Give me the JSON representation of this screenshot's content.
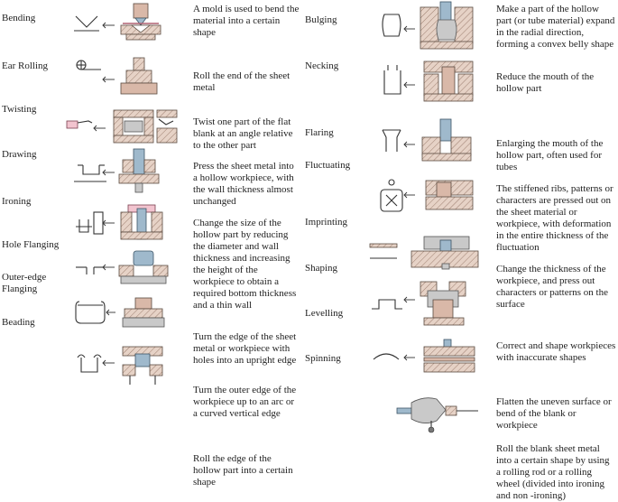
{
  "processes_left": [
    {
      "term": "Bending",
      "desc": "A mold is used to bend the material into a certain shape"
    },
    {
      "term": "Ear Rolling",
      "desc": "Roll the end of the sheet metal"
    },
    {
      "term": "Twisting",
      "desc": "Twist one part of the flat blank at an angle relative to the other part"
    },
    {
      "term": "Drawing",
      "desc": "Press the sheet metal into a hollow workpiece, with the wall thickness almost unchanged"
    },
    {
      "term": "Ironing",
      "desc": "Change the size of the hollow part by reducing the diameter and wall thickness and increasing the height of the workpiece to obtain a required bottom thickness and a thin wall"
    },
    {
      "term": "Hole Flanging",
      "desc": "Turn the edge of the sheet metal or workpiece with holes into an upright edge"
    },
    {
      "term": "Outer-edge Flanging",
      "desc": "Turn the outer edge of the workpiece up to an arc or a curved vertical edge"
    },
    {
      "term": "Beading",
      "desc": "Roll the edge of the hollow part into a certain shape"
    }
  ],
  "processes_right": [
    {
      "term": "Bulging",
      "desc": "Make a part of the hollow part (or tube material) expand in the radial direction, forming a convex belly shape"
    },
    {
      "term": "Necking",
      "desc": "Reduce the mouth of the hollow part"
    },
    {
      "term": "Flaring",
      "desc": "Enlarging the mouth of the hollow part, often used for tubes"
    },
    {
      "term": "Fluctuating",
      "desc": "The stiffened ribs, patterns or characters are pressed out on the sheet material or workpiece, with deformation in the entire thickness of the fluctuation"
    },
    {
      "term": "Imprinting",
      "desc": "Change the thickness of the workpiece, and press out characters or patterns on the surface"
    },
    {
      "term": "Shaping",
      "desc": "Correct and shape workpieces with inaccurate shapes"
    },
    {
      "term": "Levelling",
      "desc": "Flatten the uneven surface or bend of the blank or workpiece"
    },
    {
      "term": "Spinning",
      "desc": "Roll the blank sheet metal into a certain shape by using a rolling rod or a rolling wheel (divided into ironing and non -ironing)"
    }
  ],
  "icons": [
    "bending-die-icon",
    "ear-rolling-die-icon",
    "twisting-die-icon",
    "drawing-die-icon",
    "ironing-die-icon",
    "hole-flanging-die-icon",
    "outer-edge-flanging-die-icon",
    "beading-die-icon",
    "bulging-die-icon",
    "necking-die-icon",
    "flaring-die-icon",
    "fluctuating-die-icon",
    "imprinting-die-icon",
    "shaping-die-icon",
    "levelling-die-icon",
    "spinning-tool-icon"
  ]
}
